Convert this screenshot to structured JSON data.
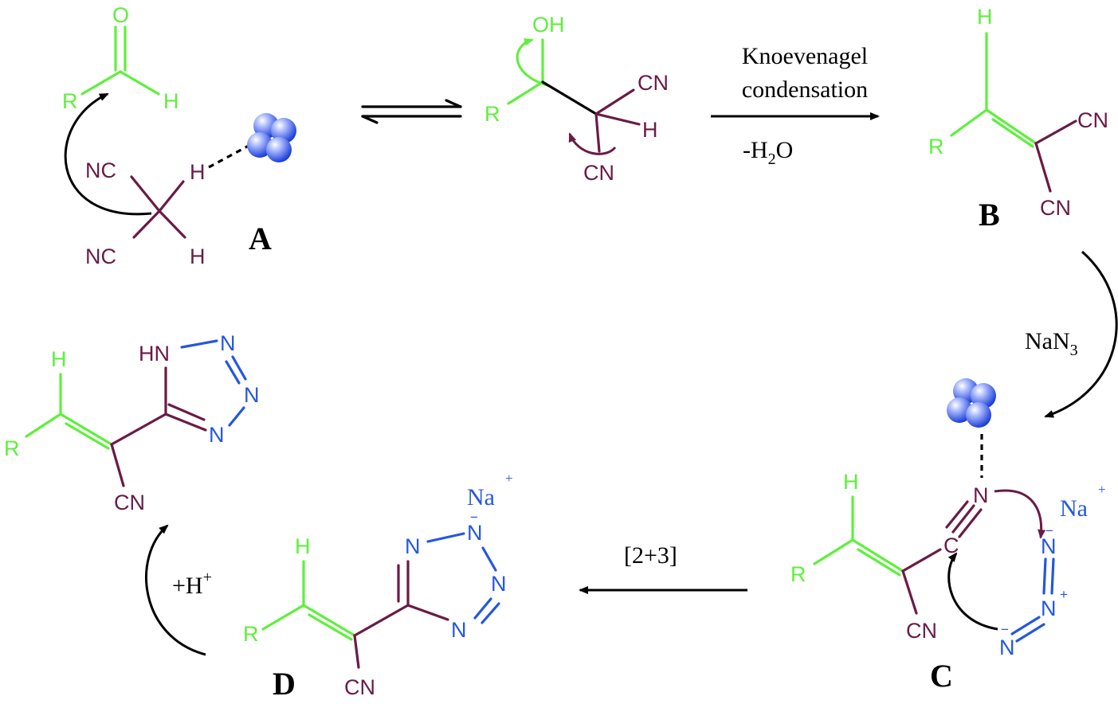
{
  "labels": {
    "compound_a": "A",
    "compound_b": "B",
    "compound_c": "C",
    "compound_d": "D"
  },
  "conditions": {
    "knoevenagel_line1": "Knoevenagel",
    "knoevenagel_line2": "condensation",
    "minus_water_prefix": "-H",
    "minus_water_sub": "2",
    "minus_water_suffix": "O",
    "azide_main": "NaN",
    "azide_sub": "3",
    "cycloaddition": "[2+3]",
    "proton_main": "+H",
    "proton_sup": "+"
  },
  "atoms": {
    "O": "O",
    "OH": "OH",
    "H": "H",
    "R": "R",
    "NC": "NC",
    "CN": "CN",
    "HN": "HN",
    "N": "N",
    "C": "C",
    "Na": "Na",
    "plus": "+",
    "minus": "−"
  },
  "colors": {
    "substituent": "#5ef03c",
    "malononitrile": "#6a1b46",
    "azide_tetrazole": "#2457e0",
    "catalyst": "#3f63e6"
  },
  "icons": [
    "catalyst-nanoparticle-icon"
  ]
}
